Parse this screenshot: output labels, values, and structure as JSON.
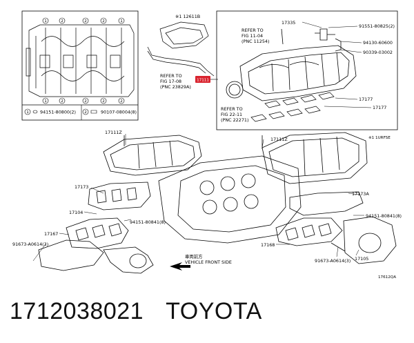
{
  "labels": {
    "ref_12611b": "※1 12611B",
    "refer_fig17": [
      "REFER TO",
      "FIG 17-08",
      "(PNC 23829A)"
    ],
    "pnc_highlight": "17111",
    "p17335": "17335",
    "refer_fig11": [
      "REFER TO",
      "FIG 11-04",
      "(PNC 11254)"
    ],
    "p91551_80825": "91551-80825(2)",
    "p94130_60600": "94130-60600",
    "p90339_03002": "90339-03002",
    "p17177_a": "17177",
    "p17177_b": "17177",
    "refer_fig22": [
      "REFER TO",
      "FIG 22-11",
      "(PNC 22271)"
    ],
    "legend_94151": "94151-80800(2)",
    "legend_90107": "90107-08004(8)",
    "legend_marker_1": "1",
    "legend_marker_2": "2",
    "turfse": "※1 1URFSE",
    "p17111z_left": "17111Z",
    "p17111z_right": "17111Z",
    "p17173_left": "17173",
    "p17173a": "17173A",
    "p17104": "17104",
    "p94151_80841_left": "94151-80841(8)",
    "p94151_80841_right": "94151-80841(8)",
    "p17167": "17167",
    "p91673_left": "91673-A0614(3)",
    "p91673_right": "91673-A0614(3)",
    "p17168": "17168",
    "p17105": "17105",
    "front_jp": "車両前方",
    "front_en": "VEHICLE FRONT SIDE",
    "fig_code": "17612QA"
  },
  "caption": {
    "part_number": "1712038021",
    "brand": "TOYOTA"
  }
}
